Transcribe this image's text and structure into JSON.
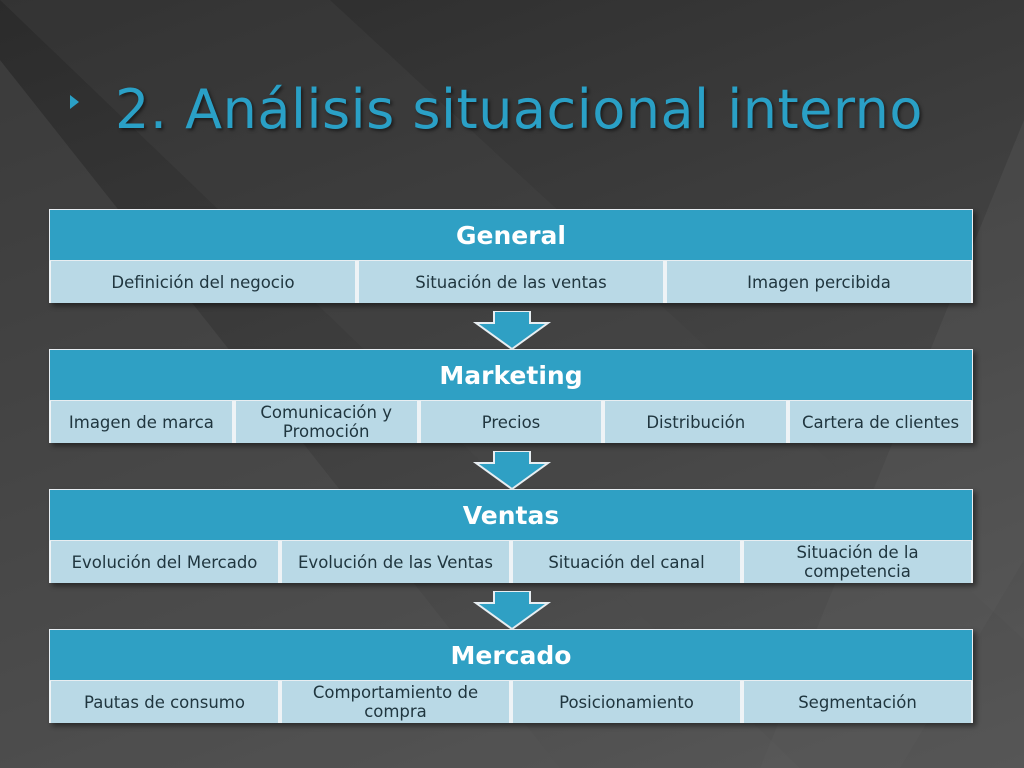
{
  "slide": {
    "title": "2. Análisis situacional interno"
  },
  "levels": [
    {
      "header": "General",
      "items": [
        "Definición del negocio",
        "Situación de las ventas",
        "Imagen percibida"
      ]
    },
    {
      "header": "Marketing",
      "items": [
        "Imagen de marca",
        "Comunicación y Promoción",
        "Precios",
        "Distribución",
        "Cartera de clientes"
      ]
    },
    {
      "header": "Ventas",
      "items": [
        "Evolución del Mercado",
        "Evolución de las Ventas",
        "Situación del canal",
        "Situación de la competencia"
      ]
    },
    {
      "header": "Mercado",
      "items": [
        "Pautas de consumo",
        "Comportamiento de compra",
        "Posicionamiento",
        "Segmentación"
      ]
    }
  ],
  "colors": {
    "accent": "#2fa0c4",
    "cell": "#b9d9e6",
    "title": "#2aa0c6"
  }
}
